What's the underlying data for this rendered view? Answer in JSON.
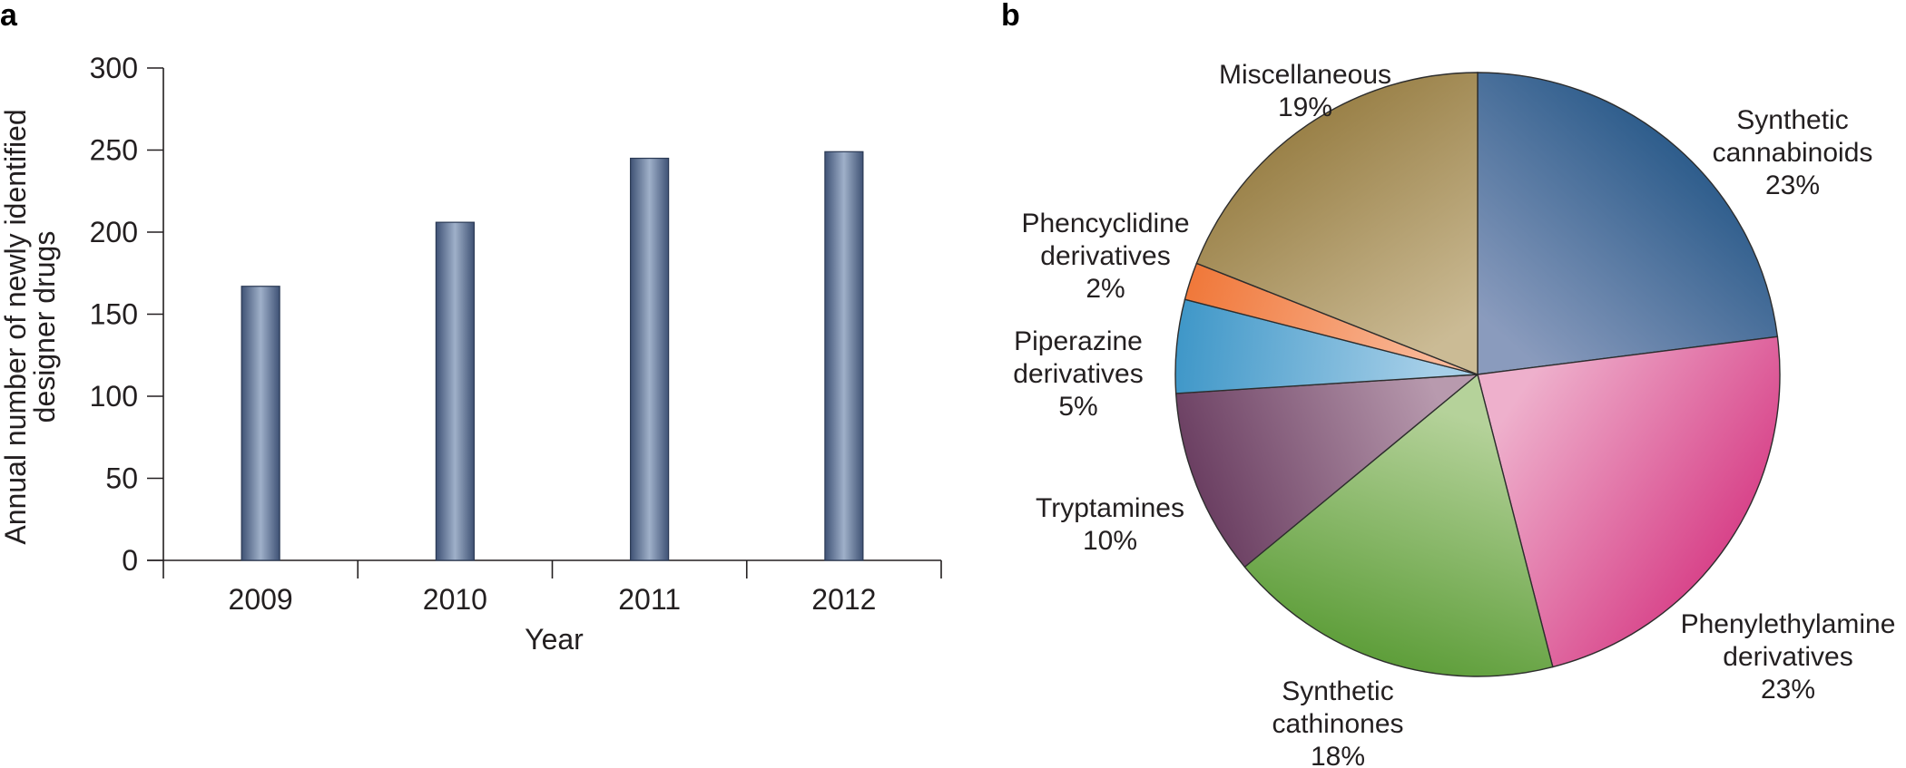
{
  "panels": {
    "a": "a",
    "b": "b"
  },
  "chart_data": [
    {
      "type": "bar",
      "panel": "a",
      "categories": [
        "2009",
        "2010",
        "2011",
        "2012"
      ],
      "values": [
        167,
        206,
        245,
        249
      ],
      "xlabel": "Year",
      "ylabel": [
        "Annual number of newly identified",
        "designer drugs"
      ],
      "ylim": [
        0,
        300
      ],
      "yticks": [
        "0",
        "50",
        "100",
        "150",
        "200",
        "250",
        "300"
      ],
      "grid": false,
      "bar_color": "#5b6f92"
    },
    {
      "type": "pie",
      "panel": "b",
      "slices": [
        {
          "label": [
            "Synthetic",
            "cannabinoids"
          ],
          "pct_text": "23%",
          "value": 23,
          "color": "#2e5d8c",
          "color_light": "#8a9bbd"
        },
        {
          "label": [
            "Phenylethylamine",
            "derivatives"
          ],
          "pct_text": "23%",
          "value": 23,
          "color": "#d8448a",
          "color_light": "#eeb0cc"
        },
        {
          "label": [
            "Synthetic",
            "cathinones"
          ],
          "pct_text": "18%",
          "value": 18,
          "color": "#5e9e3a",
          "color_light": "#b5d29a"
        },
        {
          "label": [
            "Tryptamines"
          ],
          "pct_text": "10%",
          "value": 10,
          "color": "#6b3f62",
          "color_light": "#b89aae"
        },
        {
          "label": [
            "Piperazine",
            "derivatives"
          ],
          "pct_text": "5%",
          "value": 5,
          "color": "#3f97c8",
          "color_light": "#a6cfe8"
        },
        {
          "label": [
            "Phencyclidine",
            "derivatives"
          ],
          "pct_text": "2%",
          "value": 2,
          "color": "#f0783a",
          "color_light": "#f9b898"
        },
        {
          "label": [
            "Miscellaneous"
          ],
          "pct_text": "19%",
          "value": 19,
          "color": "#9a8148",
          "color_light": "#cbbb95"
        }
      ]
    }
  ]
}
